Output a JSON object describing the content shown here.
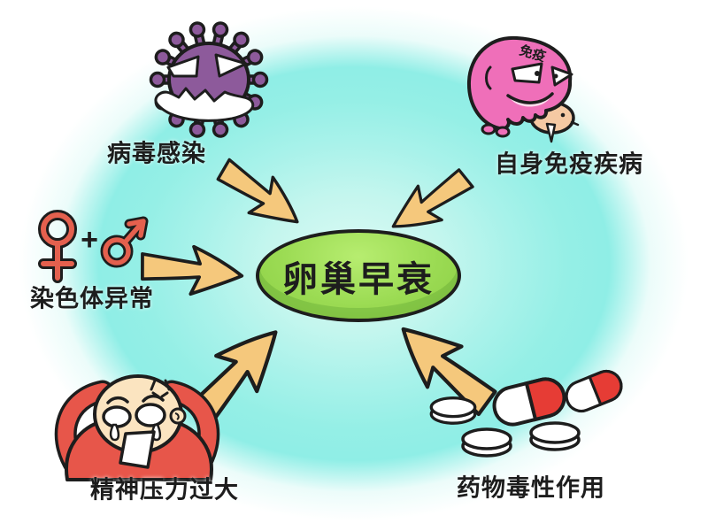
{
  "diagram": {
    "center_label": "卵巢早衰",
    "causes": [
      {
        "id": "virus",
        "label": "病毒感染"
      },
      {
        "id": "autoimmune",
        "label": "自身免疫疾病",
        "cell_text": "免疫"
      },
      {
        "id": "chromosome",
        "label": "染色体异常",
        "plus_sign": "+"
      },
      {
        "id": "stress",
        "label": "精神压力过大"
      },
      {
        "id": "drugs",
        "label": "药物毒性作用"
      }
    ],
    "icons": [
      "virus-icon",
      "immune-cell-icon",
      "gender-symbols-icon",
      "stressed-person-icon",
      "pills-icon"
    ],
    "colors": {
      "background_glow": "#95efe6",
      "center_fill": "#9bdb53",
      "arrow_fill": "#f5c87c",
      "virus_purple": "#8d5a9b",
      "cell_pink": "#ef6fb9",
      "attacked_cell_tan": "#f5c9a3",
      "symbol_red": "#e4604e",
      "shirt_red": "#e7564a",
      "capsule_red": "#e63c35",
      "skin": "#fbe4c0",
      "outline": "#1d1d1d"
    }
  }
}
